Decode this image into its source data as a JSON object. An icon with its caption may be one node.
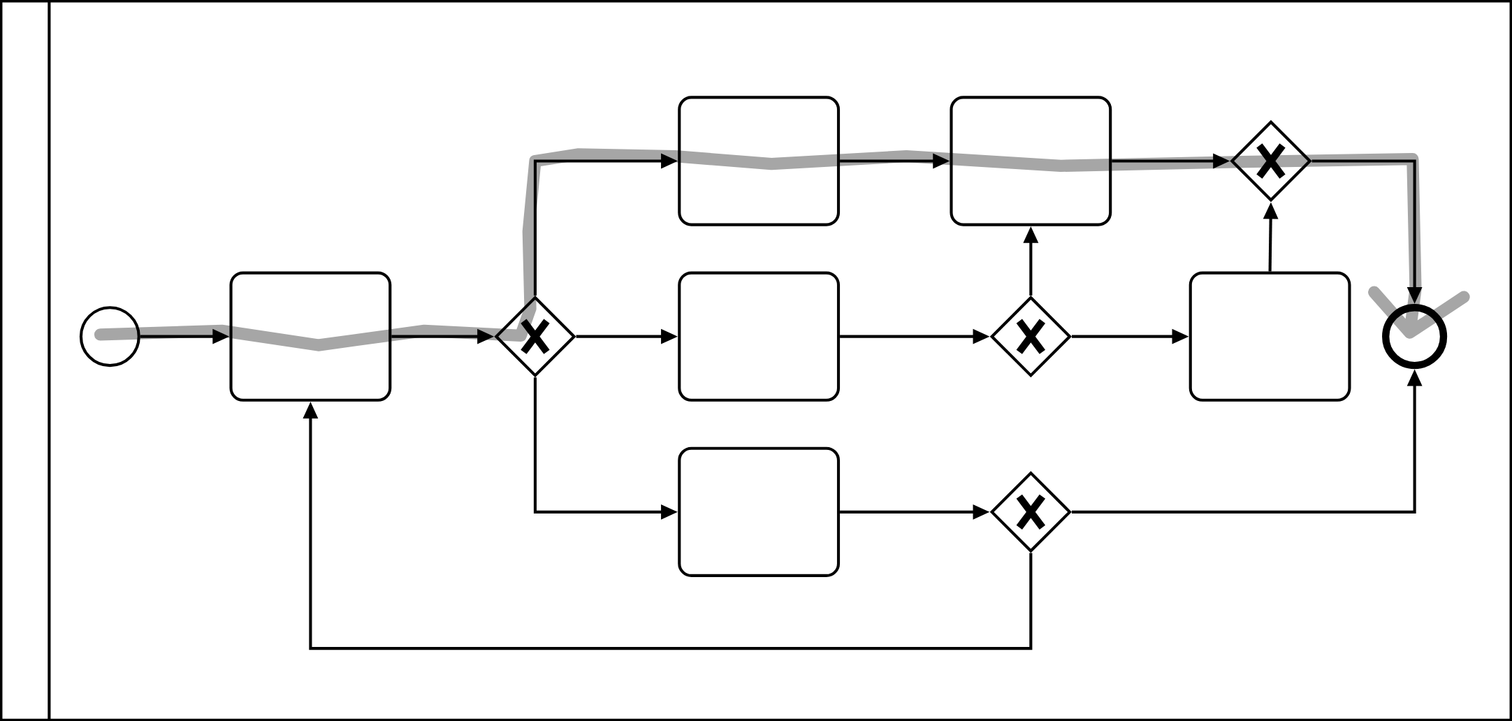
{
  "diagram": {
    "nodes": [
      {
        "text": [],
        "shape": "circle"
      },
      {
        "text": [],
        "shape": "box"
      },
      {
        "text": [],
        "shape": "diamond"
      },
      {
        "text": [],
        "shape": "box"
      },
      {
        "text": [],
        "shape": "box"
      },
      {
        "text": [],
        "shape": "box"
      },
      {
        "text": [],
        "shape": "box"
      },
      {
        "text": [],
        "shape": "diamond"
      },
      {
        "text": [],
        "shape": "diamond"
      },
      {
        "text": [],
        "shape": "box"
      },
      {
        "text": [],
        "shape": "diamond"
      },
      {
        "text": [],
        "shape": "circle"
      }
    ],
    "edges": [
      {
        "from": 0,
        "to": 1,
        "arrow": "to"
      },
      {
        "from": 1,
        "to": 2,
        "arrow": "to"
      },
      {
        "from": 2,
        "to": 3,
        "arrow": "to"
      },
      {
        "from": 2,
        "to": 4,
        "arrow": "to"
      },
      {
        "from": 2,
        "to": 5,
        "arrow": "to"
      },
      {
        "from": 3,
        "to": 6,
        "arrow": "to"
      },
      {
        "from": 4,
        "to": 7,
        "arrow": "to"
      },
      {
        "from": 7,
        "to": 6,
        "arrow": "to"
      },
      {
        "from": 7,
        "to": 9,
        "arrow": "to"
      },
      {
        "from": 9,
        "to": 10,
        "arrow": "to"
      },
      {
        "from": 6,
        "to": 10,
        "arrow": "to"
      },
      {
        "from": 10,
        "to": 11,
        "arrow": "to"
      },
      {
        "from": 5,
        "to": 8,
        "arrow": "to"
      },
      {
        "from": 8,
        "to": 11,
        "arrow": "to"
      },
      {
        "from": 8,
        "to": 1,
        "arrow": "to"
      }
    ]
  }
}
